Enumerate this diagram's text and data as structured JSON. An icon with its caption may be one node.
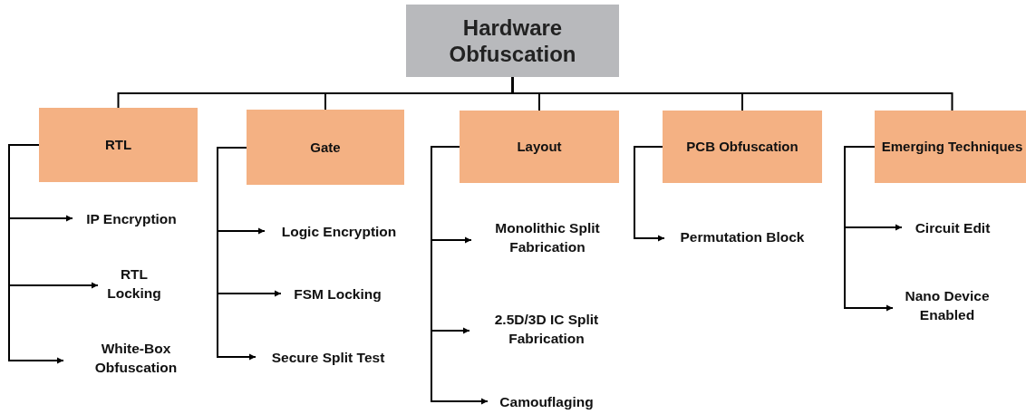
{
  "diagram": {
    "nodes": [
      {
        "text": [
          "Hardware Obfuscation"
        ]
      },
      {
        "text": [
          "RTL"
        ]
      },
      {
        "text": [
          "Gate"
        ]
      },
      {
        "text": [
          "Layout"
        ]
      },
      {
        "text": [
          "PCB Obfuscation"
        ]
      },
      {
        "text": [
          "Emerging Techniques"
        ]
      },
      {
        "text": [
          "IP Encryption"
        ]
      },
      {
        "text": [
          "RTL Locking"
        ]
      },
      {
        "text": [
          "White-Box Obfuscation"
        ]
      },
      {
        "text": [
          "Logic Encryption"
        ]
      },
      {
        "text": [
          "FSM Locking"
        ]
      },
      {
        "text": [
          "Secure Split Test"
        ]
      },
      {
        "text": [
          "Monolithic Split Fabrication"
        ]
      },
      {
        "text": [
          "2.5D/3D IC Split Fabrication"
        ]
      },
      {
        "text": [
          "Camouflaging"
        ]
      },
      {
        "text": [
          "Permutation Block"
        ]
      },
      {
        "text": [
          "Circuit Edit"
        ]
      },
      {
        "text": [
          "Nano Device Enabled"
        ]
      }
    ],
    "edges": [
      {
        "from": 0,
        "to": 1,
        "arrow": "none"
      },
      {
        "from": 0,
        "to": 2,
        "arrow": "none"
      },
      {
        "from": 0,
        "to": 3,
        "arrow": "none"
      },
      {
        "from": 0,
        "to": 4,
        "arrow": "none"
      },
      {
        "from": 0,
        "to": 5,
        "arrow": "none"
      },
      {
        "from": 1,
        "to": 6,
        "arrow": "to"
      },
      {
        "from": 1,
        "to": 7,
        "arrow": "to"
      },
      {
        "from": 1,
        "to": 8,
        "arrow": "to"
      },
      {
        "from": 2,
        "to": 9,
        "arrow": "to"
      },
      {
        "from": 2,
        "to": 10,
        "arrow": "to"
      },
      {
        "from": 2,
        "to": 11,
        "arrow": "to"
      },
      {
        "from": 3,
        "to": 12,
        "arrow": "to"
      },
      {
        "from": 3,
        "to": 13,
        "arrow": "to"
      },
      {
        "from": 3,
        "to": 14,
        "arrow": "to"
      },
      {
        "from": 4,
        "to": 15,
        "arrow": "to"
      },
      {
        "from": 5,
        "to": 16,
        "arrow": "to"
      },
      {
        "from": 5,
        "to": 17,
        "arrow": "to"
      }
    ]
  }
}
